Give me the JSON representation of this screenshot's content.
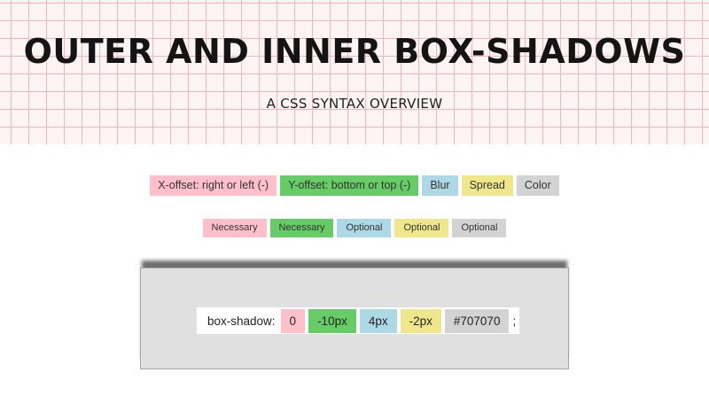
{
  "header": {
    "title": "OUTER AND INNER BOX-SHADOWS",
    "subtitle": "A CSS SYNTAX OVERVIEW"
  },
  "legend": {
    "parts": [
      {
        "label": "X-offset: right or left (-)",
        "color": "#ffc0cb"
      },
      {
        "label": "Y-offset: bottom or top (-)",
        "color": "#66cc66"
      },
      {
        "label": "Blur",
        "color": "#add8e6"
      },
      {
        "label": "Spread",
        "color": "#f0e68c"
      },
      {
        "label": "Color",
        "color": "#d3d3d3"
      }
    ],
    "requirements": [
      {
        "label": "Necessary",
        "color": "#ffc0cb"
      },
      {
        "label": "Necessary",
        "color": "#66cc66"
      },
      {
        "label": "Optional",
        "color": "#add8e6"
      },
      {
        "label": "Optional",
        "color": "#f0e68c"
      },
      {
        "label": "Optional",
        "color": "#d3d3d3"
      }
    ]
  },
  "demo": {
    "property": "box-shadow:",
    "values": [
      "0",
      "-10px",
      "4px",
      "-2px",
      "#707070"
    ],
    "terminator": ";",
    "box_background": "#e0e0e0",
    "shadow_color": "#707070"
  }
}
